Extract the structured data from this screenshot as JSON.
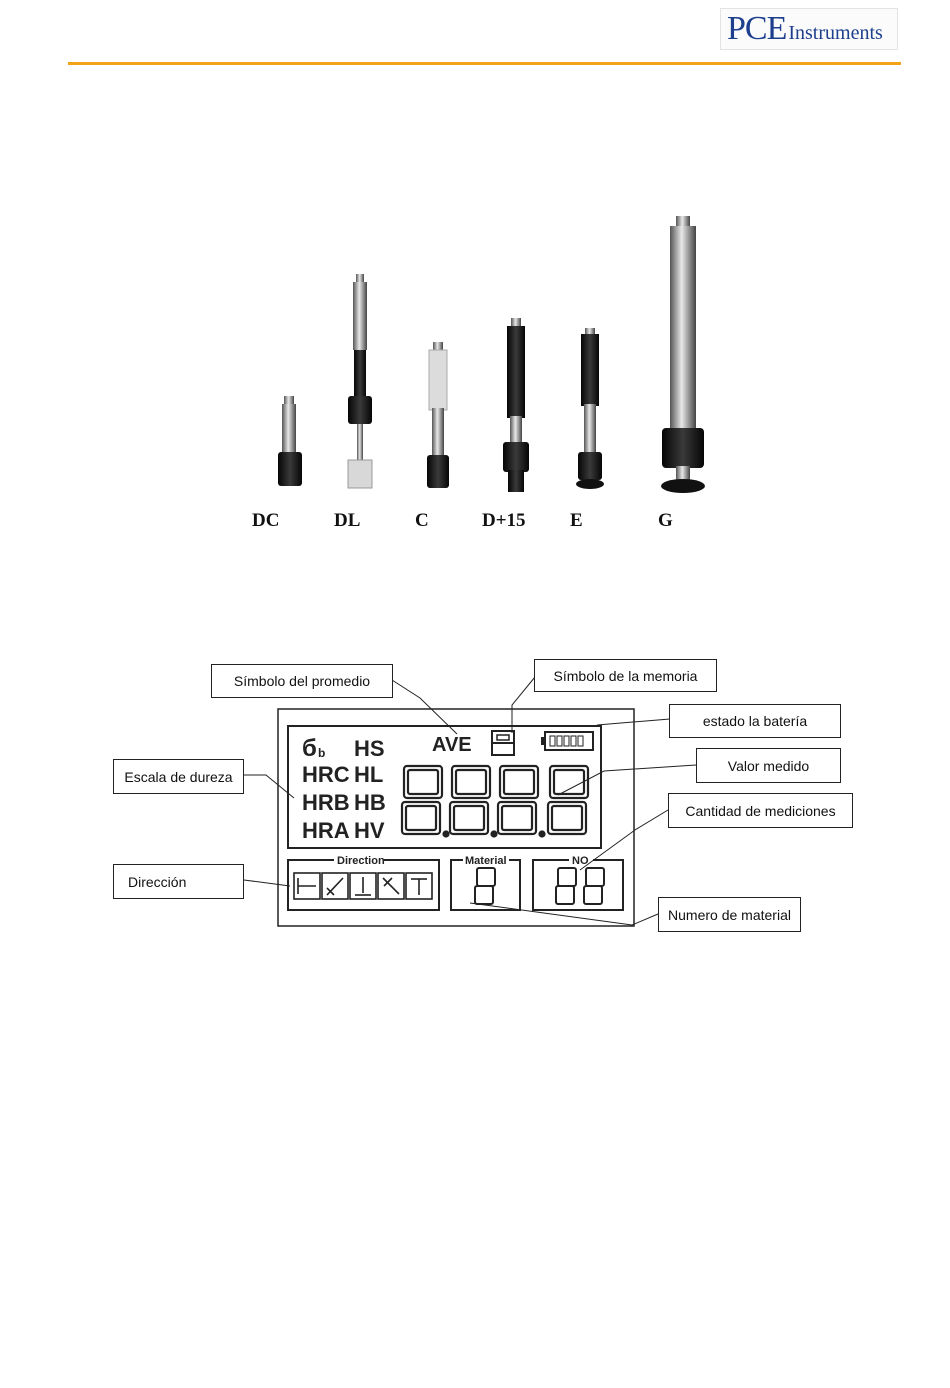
{
  "header": {
    "logo_brand": "PCE",
    "logo_suffix": "Instruments",
    "accent_color": "#f2a317",
    "brand_color": "#1d3f8e"
  },
  "probes": {
    "labels": [
      "DC",
      "DL",
      "C",
      "D+15",
      "E",
      "G"
    ]
  },
  "display": {
    "callouts": {
      "average_symbol": "Símbolo del promedio",
      "memory_symbol": "Símbolo de la memoria",
      "battery_state": "estado la batería",
      "hardness_scale": "Escala de dureza",
      "measured_value": "Valor medido",
      "measurement_count": "Cantidad de mediciones",
      "direction": "Dirección",
      "material_number": "Numero de material"
    },
    "lcd": {
      "sigma": "б",
      "sigma_sub": "b",
      "scales_left": [
        "HRC",
        "HRB",
        "HRA"
      ],
      "scales_right": [
        "HS",
        "HL",
        "HB",
        "HV"
      ],
      "ave": "AVE",
      "direction_title": "Direction",
      "material_title": "Material",
      "no_title": "NO"
    }
  }
}
